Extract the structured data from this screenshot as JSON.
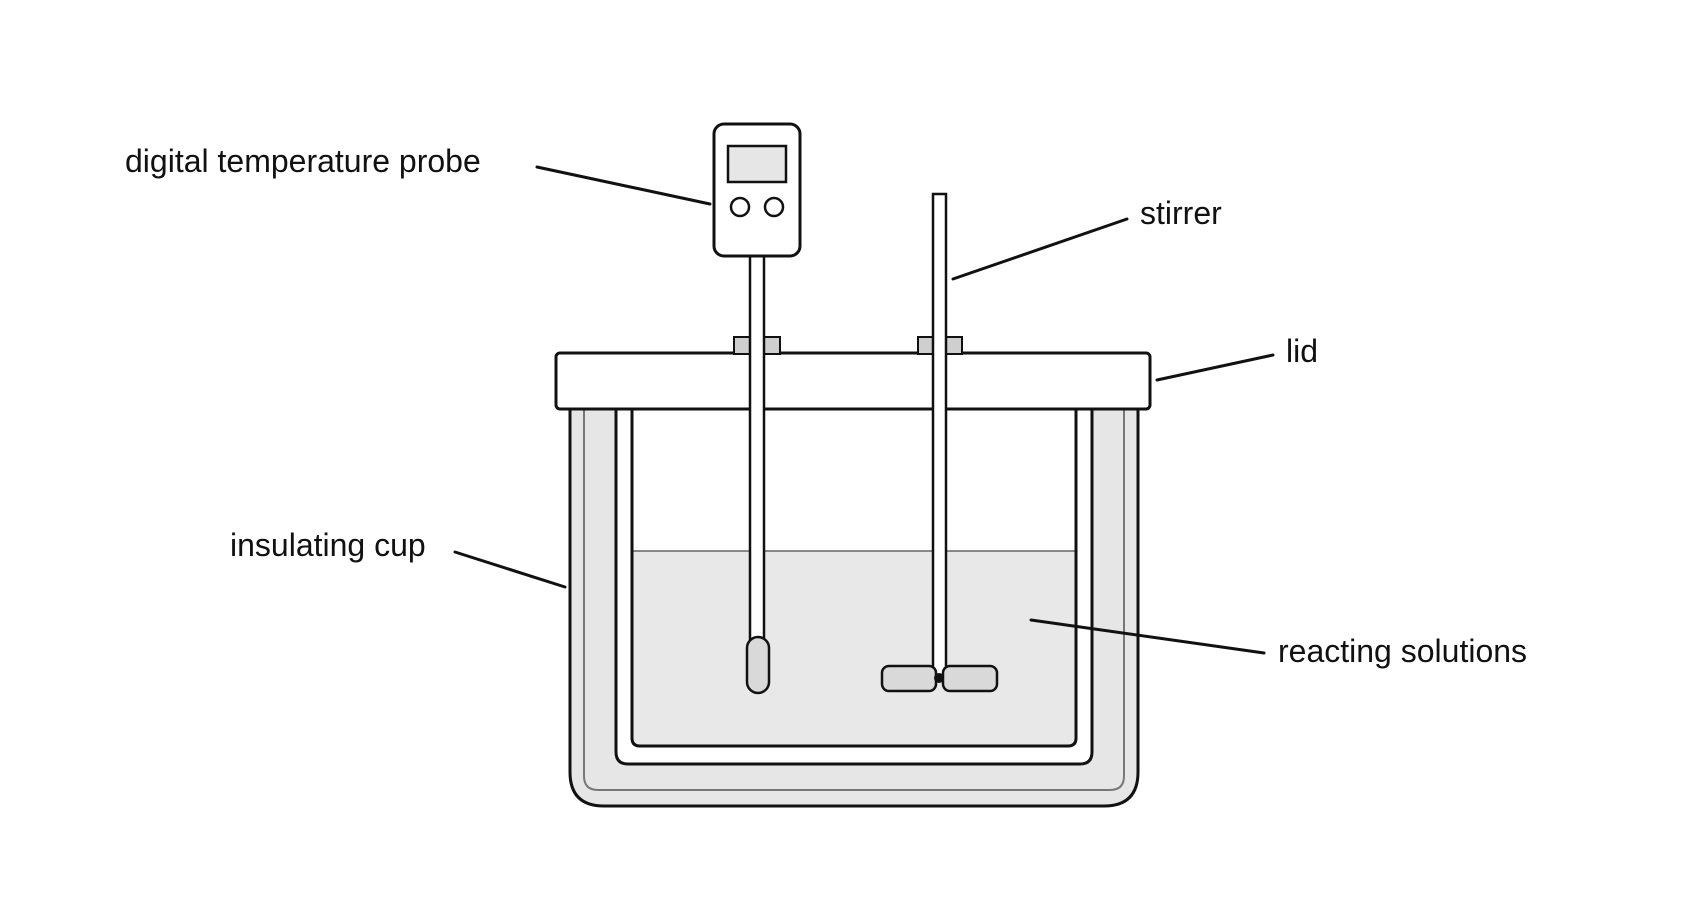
{
  "labels": {
    "probe": "digital temperature probe",
    "stirrer": "stirrer",
    "lid": "lid",
    "cup": "insulating cup",
    "solution": "reacting solutions"
  },
  "colors": {
    "stroke": "#111111",
    "cup_fill": "#e6e6e6",
    "liquid_fill": "#e8e8e8",
    "collar_fill": "#cfcfcf",
    "background": "#ffffff"
  }
}
